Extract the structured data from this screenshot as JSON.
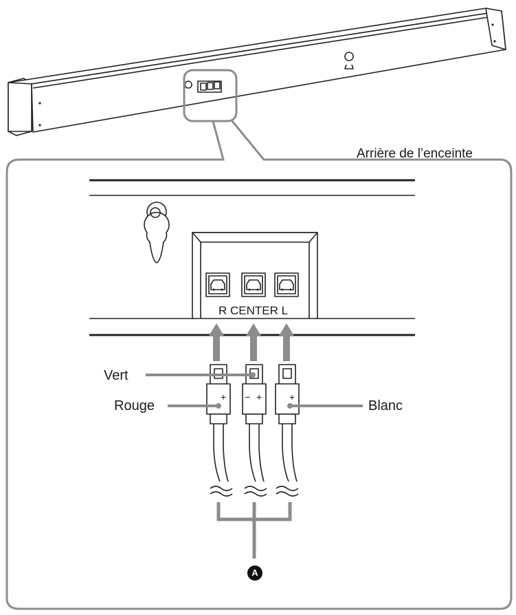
{
  "caption": "Arrière de l’enceinte",
  "speaker_panel": {
    "ports_label": "R CENTER L"
  },
  "cables": {
    "center_label": "Vert",
    "left_label": "Rouge",
    "right_label": "Blanc",
    "polarity_minus": "−",
    "polarity_plus": "+"
  },
  "callout": {
    "marker": "A"
  }
}
